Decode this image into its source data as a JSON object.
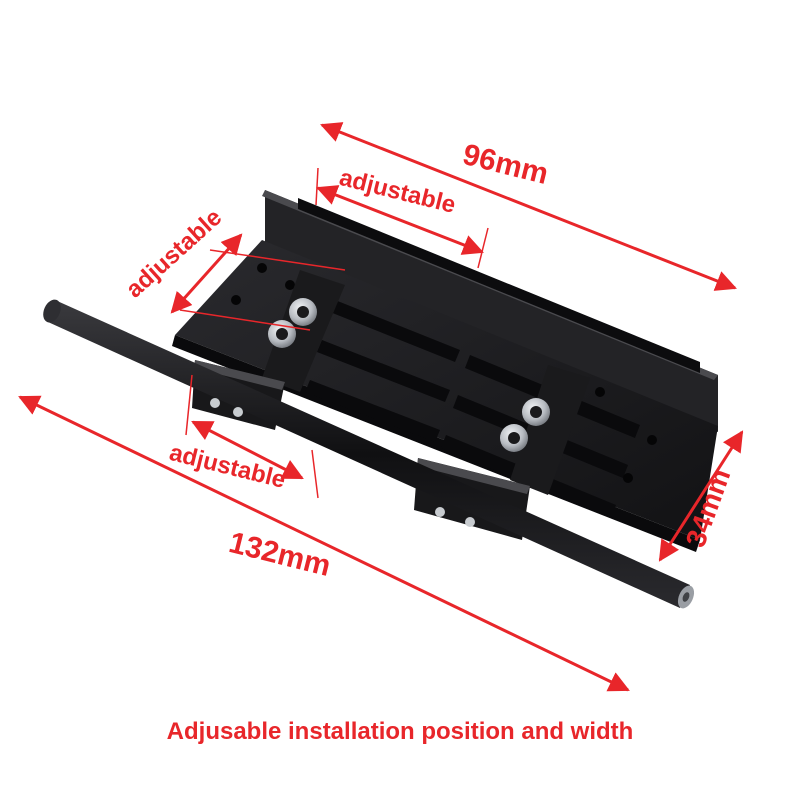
{
  "colors": {
    "annotation": "#e8262a",
    "product": "#1c1c1e",
    "highlight": "#4a4a4e",
    "metal": "#b8bcc2"
  },
  "dimensions": {
    "length_overall": "132mm",
    "plate_length": "96mm",
    "height": "34mm",
    "adjustable_top": "adjustable",
    "adjustable_left": "adjustable",
    "adjustable_bottom": "adjustable"
  },
  "caption": "Adjusable installation position and width"
}
